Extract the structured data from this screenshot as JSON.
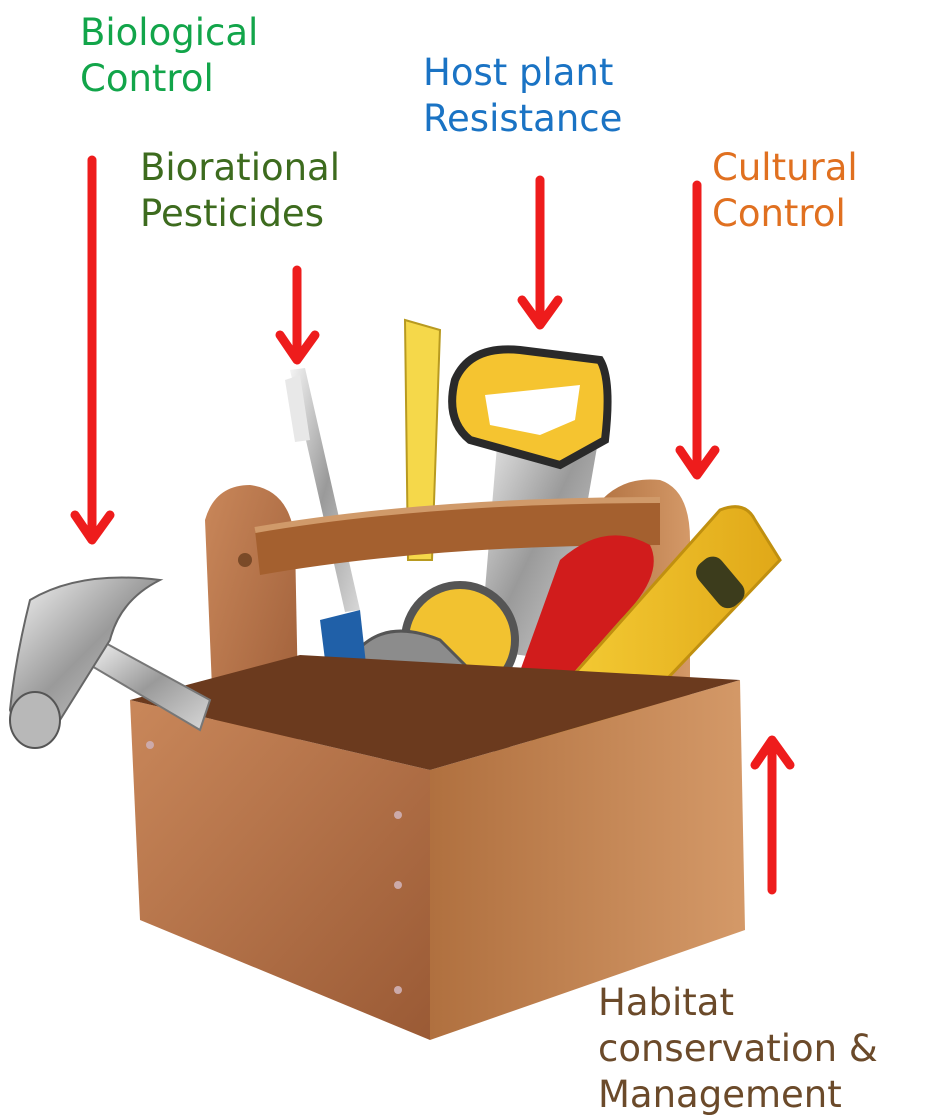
{
  "labels": {
    "biological": {
      "text": "Biological\nControl",
      "color": "#12a54a"
    },
    "biorational": {
      "text": "Biorational\nPesticides",
      "color": "#3d6b1e"
    },
    "host_plant": {
      "text": "Host plant\nResistance",
      "color": "#1a73c4"
    },
    "cultural": {
      "text": "Cultural\nControl",
      "color": "#e07020"
    },
    "habitat": {
      "text": "Habitat\nconservation &\nManagement",
      "color": "#6b4a2a"
    }
  },
  "colors": {
    "arrow": "#ee1c1c",
    "wood": "#b87848",
    "wood_dark": "#8c5230"
  }
}
